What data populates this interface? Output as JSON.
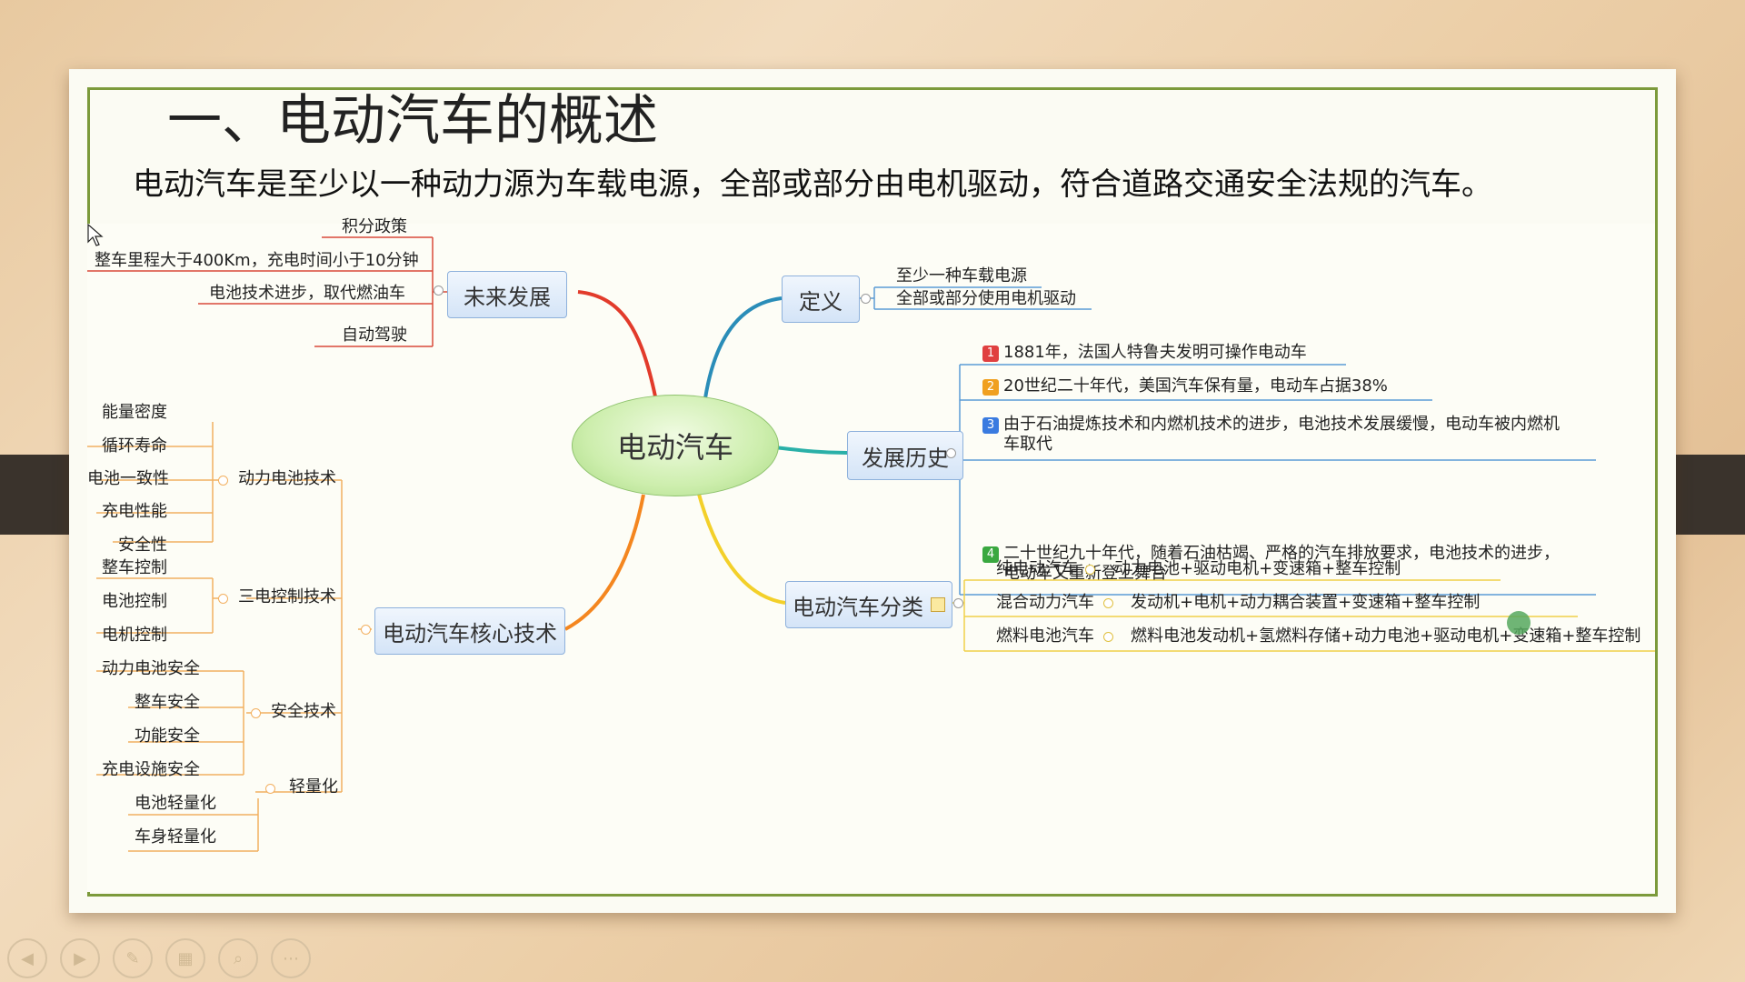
{
  "slide": {
    "title": "一、电动汽车的概述",
    "subtitle": "电动汽车是至少以一种动力源为车载电源，全部或部分由电机驱动，符合道路交通安全法规的汽车。"
  },
  "mindmap": {
    "center": "电动汽车",
    "future": {
      "label": "未来发展",
      "items": [
        "积分政策",
        "整车里程大于400Km，充电时间小于10分钟",
        "电池技术进步，取代燃油车",
        "自动驾驶"
      ]
    },
    "definition": {
      "label": "定义",
      "items": [
        "至少一种车载电源",
        "全部或部分使用电机驱动"
      ]
    },
    "history": {
      "label": "发展历史",
      "items": [
        {
          "num": "1",
          "text": "1881年，法国人特鲁夫发明可操作电动车"
        },
        {
          "num": "2",
          "text": "20世纪二十年代，美国汽车保有量，电动车占据38%"
        },
        {
          "num": "3",
          "line1": "由于石油提炼技术和内燃机技术的进步，电池技术发展缓慢，电动车被内燃机",
          "line2": "车取代"
        },
        {
          "num": "4",
          "line1": "二十世纪九十年代，随着石油枯竭、严格的汽车排放要求，电池技术的进步，",
          "line2": "电动车又重新登上舞台"
        }
      ]
    },
    "classification": {
      "label": "电动汽车分类",
      "items": [
        {
          "type": "纯电动汽车",
          "desc": "动力电池+驱动电机+变速箱+整车控制"
        },
        {
          "type": "混合动力汽车",
          "desc": "发动机+电机+动力耦合装置+变速箱+整车控制"
        },
        {
          "type": "燃料电池汽车",
          "desc": "燃料电池发动机+氢燃料存储+动力电池+驱动电机+变速箱+整车控制"
        }
      ]
    },
    "core": {
      "label": "电动汽车核心技术",
      "battery": {
        "label": "动力电池技术",
        "items": [
          "能量密度",
          "循环寿命",
          "电池一致性",
          "充电性能",
          "安全性"
        ]
      },
      "control": {
        "label": "三电控制技术",
        "items": [
          "整车控制",
          "电池控制",
          "电机控制"
        ]
      },
      "safety": {
        "label": "安全技术",
        "items": [
          "动力电池安全",
          "整车安全",
          "功能安全",
          "充电设施安全"
        ]
      },
      "light": {
        "label": "轻量化",
        "items": [
          "电池轻量化",
          "车身轻量化"
        ]
      }
    }
  },
  "controls": [
    {
      "name": "prev-slide-icon",
      "glyph": "◀"
    },
    {
      "name": "next-slide-icon",
      "glyph": "▶"
    },
    {
      "name": "pen-icon",
      "glyph": "✎"
    },
    {
      "name": "slides-grid-icon",
      "glyph": "▦"
    },
    {
      "name": "zoom-icon",
      "glyph": "⌕"
    },
    {
      "name": "more-icon",
      "glyph": "⋯"
    }
  ],
  "colors": {
    "frame": "#7c9a3b",
    "branch_future": "#e23b2b",
    "branch_definition": "#2a8db8",
    "branch_history": "#2ab0a8",
    "branch_classification": "#f3d02a",
    "branch_core": "#f4861f"
  }
}
